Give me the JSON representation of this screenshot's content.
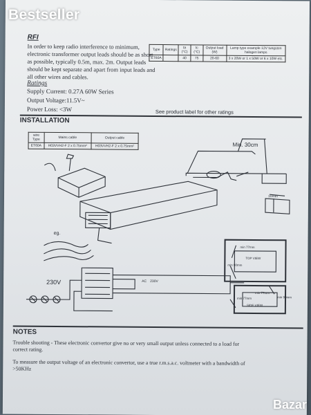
{
  "overlay": {
    "badge": "Bestseller",
    "watermark": "Bazar"
  },
  "rfi": {
    "title": "RFI",
    "body": [
      "In order to keep radio interference to minimum,",
      "electronic transformer output leads should be as short",
      "as possible, typically 0.5m, max. 2m. Output leads",
      "should be kept separate and apart from input leads and",
      "all other wires and cables."
    ]
  },
  "ratings_table": {
    "headers": [
      "Type",
      "Ratings",
      "ta (°C)",
      "tc (°C)",
      "Output load (W)",
      "Lamp type example 12V tungsten halogen lamps"
    ],
    "row": [
      "ET60A",
      "",
      "40",
      "75",
      "20-60",
      "3 x 20W or 1 x 50W or 6 x 10W etc."
    ]
  },
  "ratings": {
    "title": "Ratings",
    "lines": [
      "Supply Current: 0.27A 60W Series",
      "Output Voltage:11.5V~",
      "Power Loss: <3W"
    ],
    "note": "See product label for other ratings"
  },
  "installation": {
    "title": "INSTALLATION",
    "cable_table": {
      "headers": [
        "Type",
        "Mains cable",
        "Output cable"
      ],
      "corner": "wire",
      "row": [
        "ET60A",
        "H03VVH2-F 2 x 0.75mm²",
        "H03VVH2-F 2 x 0.75mm²"
      ]
    },
    "labels": {
      "min_30": "Min. 30cm",
      "mm10": "10mm",
      "eg": "eg.",
      "v230": "230V",
      "ac": "AC",
      "v230b": "230V",
      "min77": "min 77mm",
      "topview": "TOP VIEW",
      "sideview": "SIDE VIEW",
      "min77b": "min 77mm",
      "min77c": "min 77mm",
      "min90": "min 90mm",
      "min90b": "min 90mm"
    }
  },
  "notes": {
    "title": "NOTES",
    "p1_a": "Trouble shooting - These electronic convertor give no or very small output unless connected to a load for",
    "p1_b": "correct rating.",
    "p2_a": "To measure the output voltage of an electronic convertor, use a true r.m.s.a.c. voltmeter with a bandwidth of",
    "p2_b": ">50KHz"
  },
  "colors": {
    "ink": "#2b2f36",
    "paper": "#e6e8eb"
  }
}
